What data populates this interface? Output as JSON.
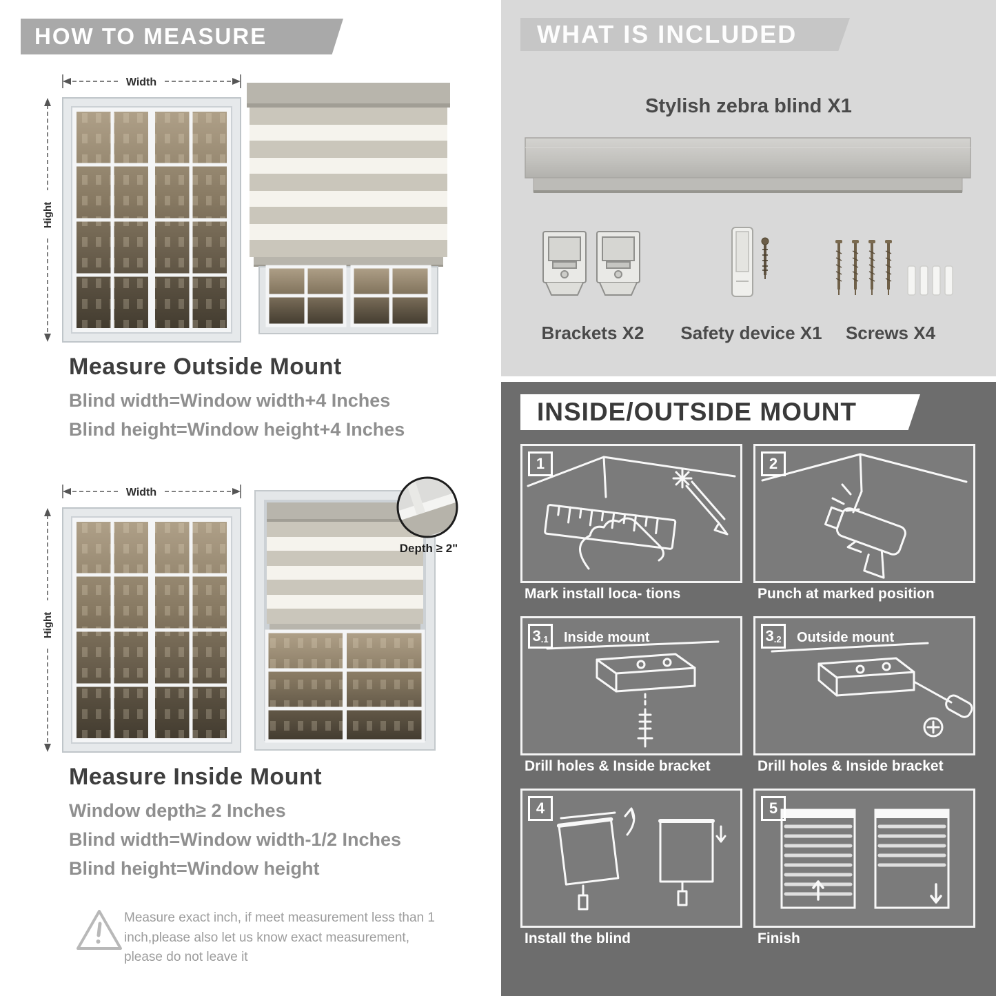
{
  "left": {
    "header": "HOW TO MEASURE",
    "outside": {
      "width_label": "Width",
      "height_label": "Hight",
      "title": "Measure Outside Mount",
      "formula_width": "Blind width=Window width+4 Inches",
      "formula_height": "Blind height=Window height+4 Inches"
    },
    "inside": {
      "width_label": "Width",
      "height_label": "Hight",
      "depth_label": "Depth ≥ 2\"",
      "title": "Measure Inside Mount",
      "line_depth": "Window depth≥ 2 Inches",
      "formula_width": "Blind width=Window width-1/2 Inches",
      "formula_height": "Blind height=Window height"
    },
    "warning": {
      "text": "Measure exact inch, if meet measurement less than 1 inch,please also let us know exact measurement, please do not leave it"
    }
  },
  "right_top": {
    "header": "WHAT IS INCLUDED",
    "blind_label": "Stylish zebra blind X1",
    "items": [
      {
        "label": "Brackets X2"
      },
      {
        "label": "Safety device X1"
      },
      {
        "label": "Screws X4"
      }
    ]
  },
  "right_bottom": {
    "header": "INSIDE/OUTSIDE MOUNT",
    "steps": [
      {
        "num": "1",
        "caption": "Mark install loca- tions"
      },
      {
        "num": "2",
        "caption": "Punch at marked position"
      },
      {
        "num": "3",
        "sub": ".1",
        "title": "Inside mount",
        "caption": "Drill holes & Inside bracket"
      },
      {
        "num": "3",
        "sub": ".2",
        "title": "Outside mount",
        "caption": "Drill holes & Inside bracket"
      },
      {
        "num": "4",
        "caption": "Install the blind"
      },
      {
        "num": "5",
        "caption": "Finish"
      }
    ]
  },
  "icons": {
    "warning": "warning-triangle-icon",
    "brackets": "brackets-icon",
    "safety_device": "safety-device-icon",
    "screws": "screws-icon"
  },
  "colors": {
    "banner_gray": "#a9a9a9",
    "included_bg": "#d9d9d9",
    "included_banner": "#c6c6c6",
    "mount_bg": "#6d6d6d",
    "panel_bg": "#7b7b7b",
    "stripe_gray": "#cac6bb",
    "stripe_white": "#f5f3ed",
    "text_dark": "#3e3e3e",
    "text_gray": "#8f8f8f"
  }
}
